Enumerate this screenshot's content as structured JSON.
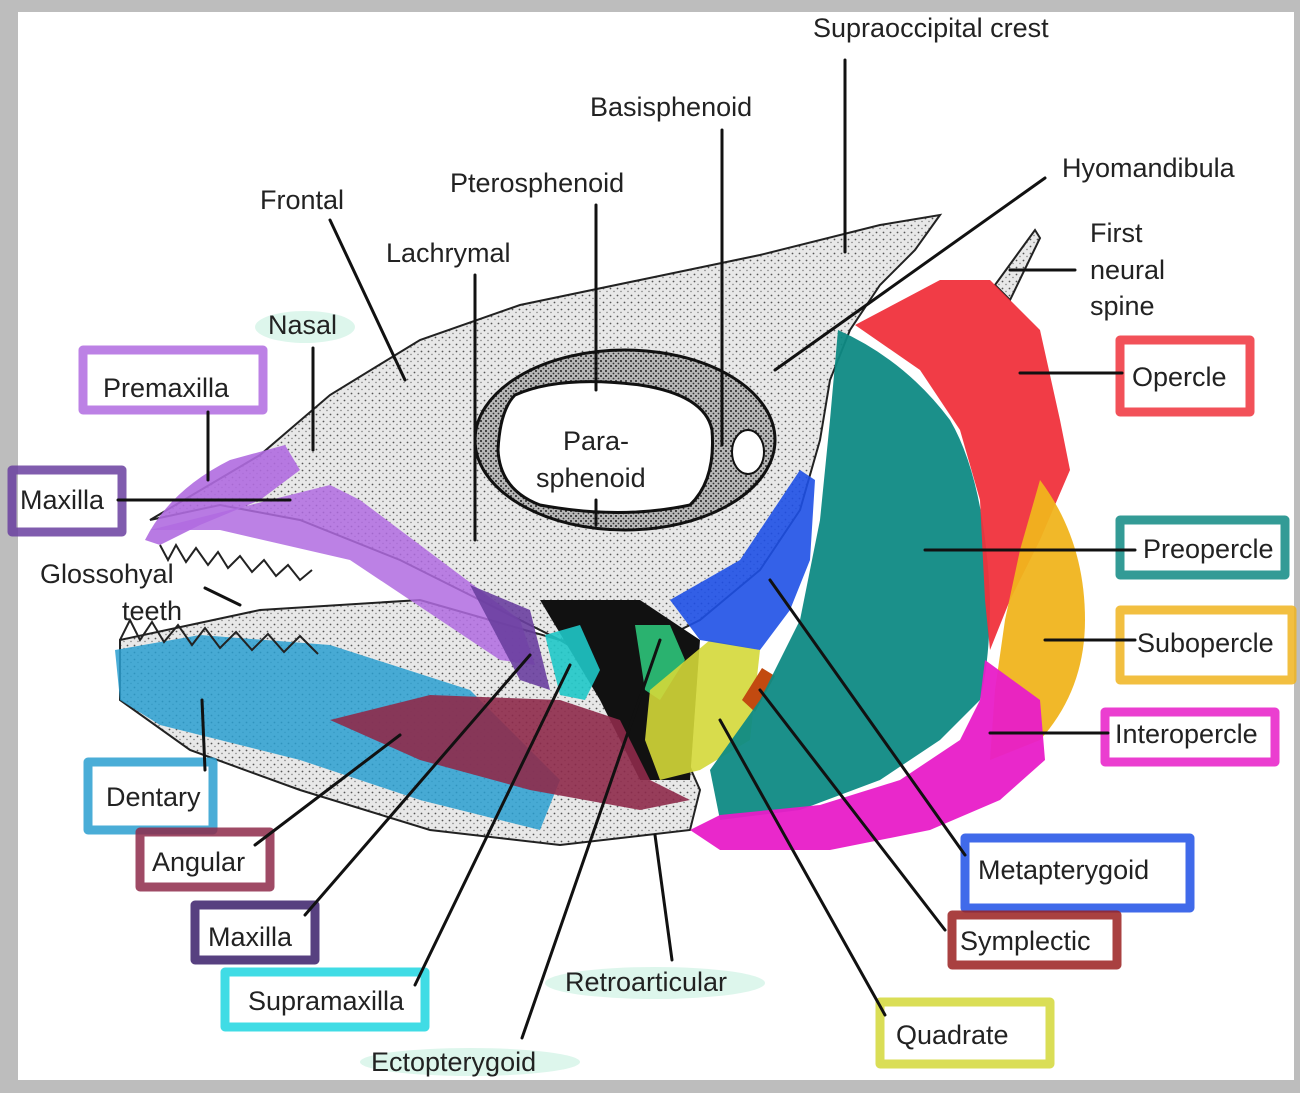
{
  "labels": {
    "supraoccipital_crest": "Supraoccipital  crest",
    "basisphenoid": "Basisphenoid",
    "hyomandibula": "Hyomandibula",
    "pterosphenoid": "Pterosphenoid",
    "frontal": "Frontal",
    "lachrymal": "Lachrymal",
    "first_neural_spine_1": "First",
    "first_neural_spine_2": "neural",
    "first_neural_spine_3": "spine",
    "nasal": "Nasal",
    "premaxilla": "Premaxilla",
    "maxilla_upper": "Maxilla",
    "parasphenoid_1": "Para-",
    "parasphenoid_2": "sphenoid",
    "opercle": "Opercle",
    "glossohyal_1": "Glossohyal",
    "glossohyal_2": "teeth",
    "preopercle": "Preopercle",
    "subopercle": "Subopercle",
    "interopercle": "Interopercle",
    "dentary": "Dentary",
    "angular": "Angular",
    "metapterygoid": "Metapterygoid",
    "maxilla_lower": "Maxilla",
    "symplectic": "Symplectic",
    "retroarticular": "Retroarticular",
    "supramaxilla": "Supramaxilla",
    "quadrate": "Quadrate",
    "ectopterygoid": "Ectopterygoid"
  },
  "colors": {
    "premaxilla": "#b06be0",
    "maxilla": "#6a3fa0",
    "dentary": "#2a9fd0",
    "angular": "#8e2a4a",
    "supramaxilla": "#1fd6e0",
    "opercle": "#f0323c",
    "preopercle": "#0f8a84",
    "subopercle": "#f0b41e",
    "interopercle": "#e81cc8",
    "metapterygoid": "#1e50e6",
    "symplectic": "#9a2020",
    "quadrate": "#d4d838",
    "ectopterygoid_green": "#2ec47a",
    "highlight": "#9ee6c8"
  }
}
